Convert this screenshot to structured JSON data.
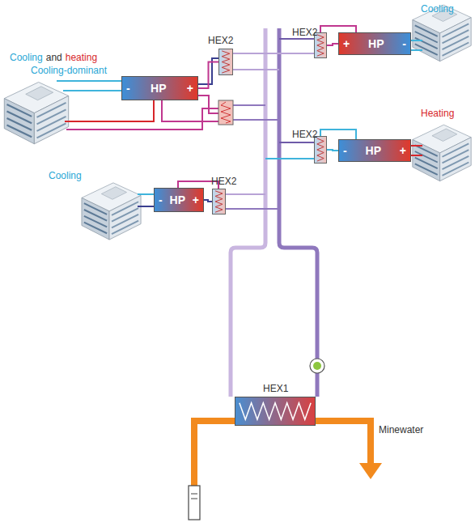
{
  "diagram": {
    "nodes": [
      {
        "text": [
          "-",
          "HP",
          "+"
        ]
      },
      {
        "text": [
          "HEX2"
        ]
      },
      {
        "text": [
          "-",
          "HP",
          "+"
        ]
      },
      {
        "text": [
          "HEX2"
        ]
      },
      {
        "text": [
          "HEX2"
        ]
      },
      {
        "text": [
          "+",
          "HP",
          "-"
        ]
      },
      {
        "text": [
          "HEX2"
        ]
      },
      {
        "text": [
          "-",
          "HP",
          "+"
        ]
      },
      {
        "text": [
          "HEX1"
        ]
      }
    ],
    "edges": [
      {
        "from": 1,
        "to": 0,
        "arrow": "none"
      },
      {
        "from": 3,
        "to": 2,
        "arrow": "none"
      },
      {
        "from": 4,
        "to": 5,
        "arrow": "none"
      },
      {
        "from": 6,
        "to": 7,
        "arrow": "none"
      }
    ],
    "labels": [
      "Cooling",
      "and",
      "heating",
      "Cooling-dominant",
      "Cooling",
      "Heating",
      "Cooling",
      "Minewater"
    ]
  }
}
